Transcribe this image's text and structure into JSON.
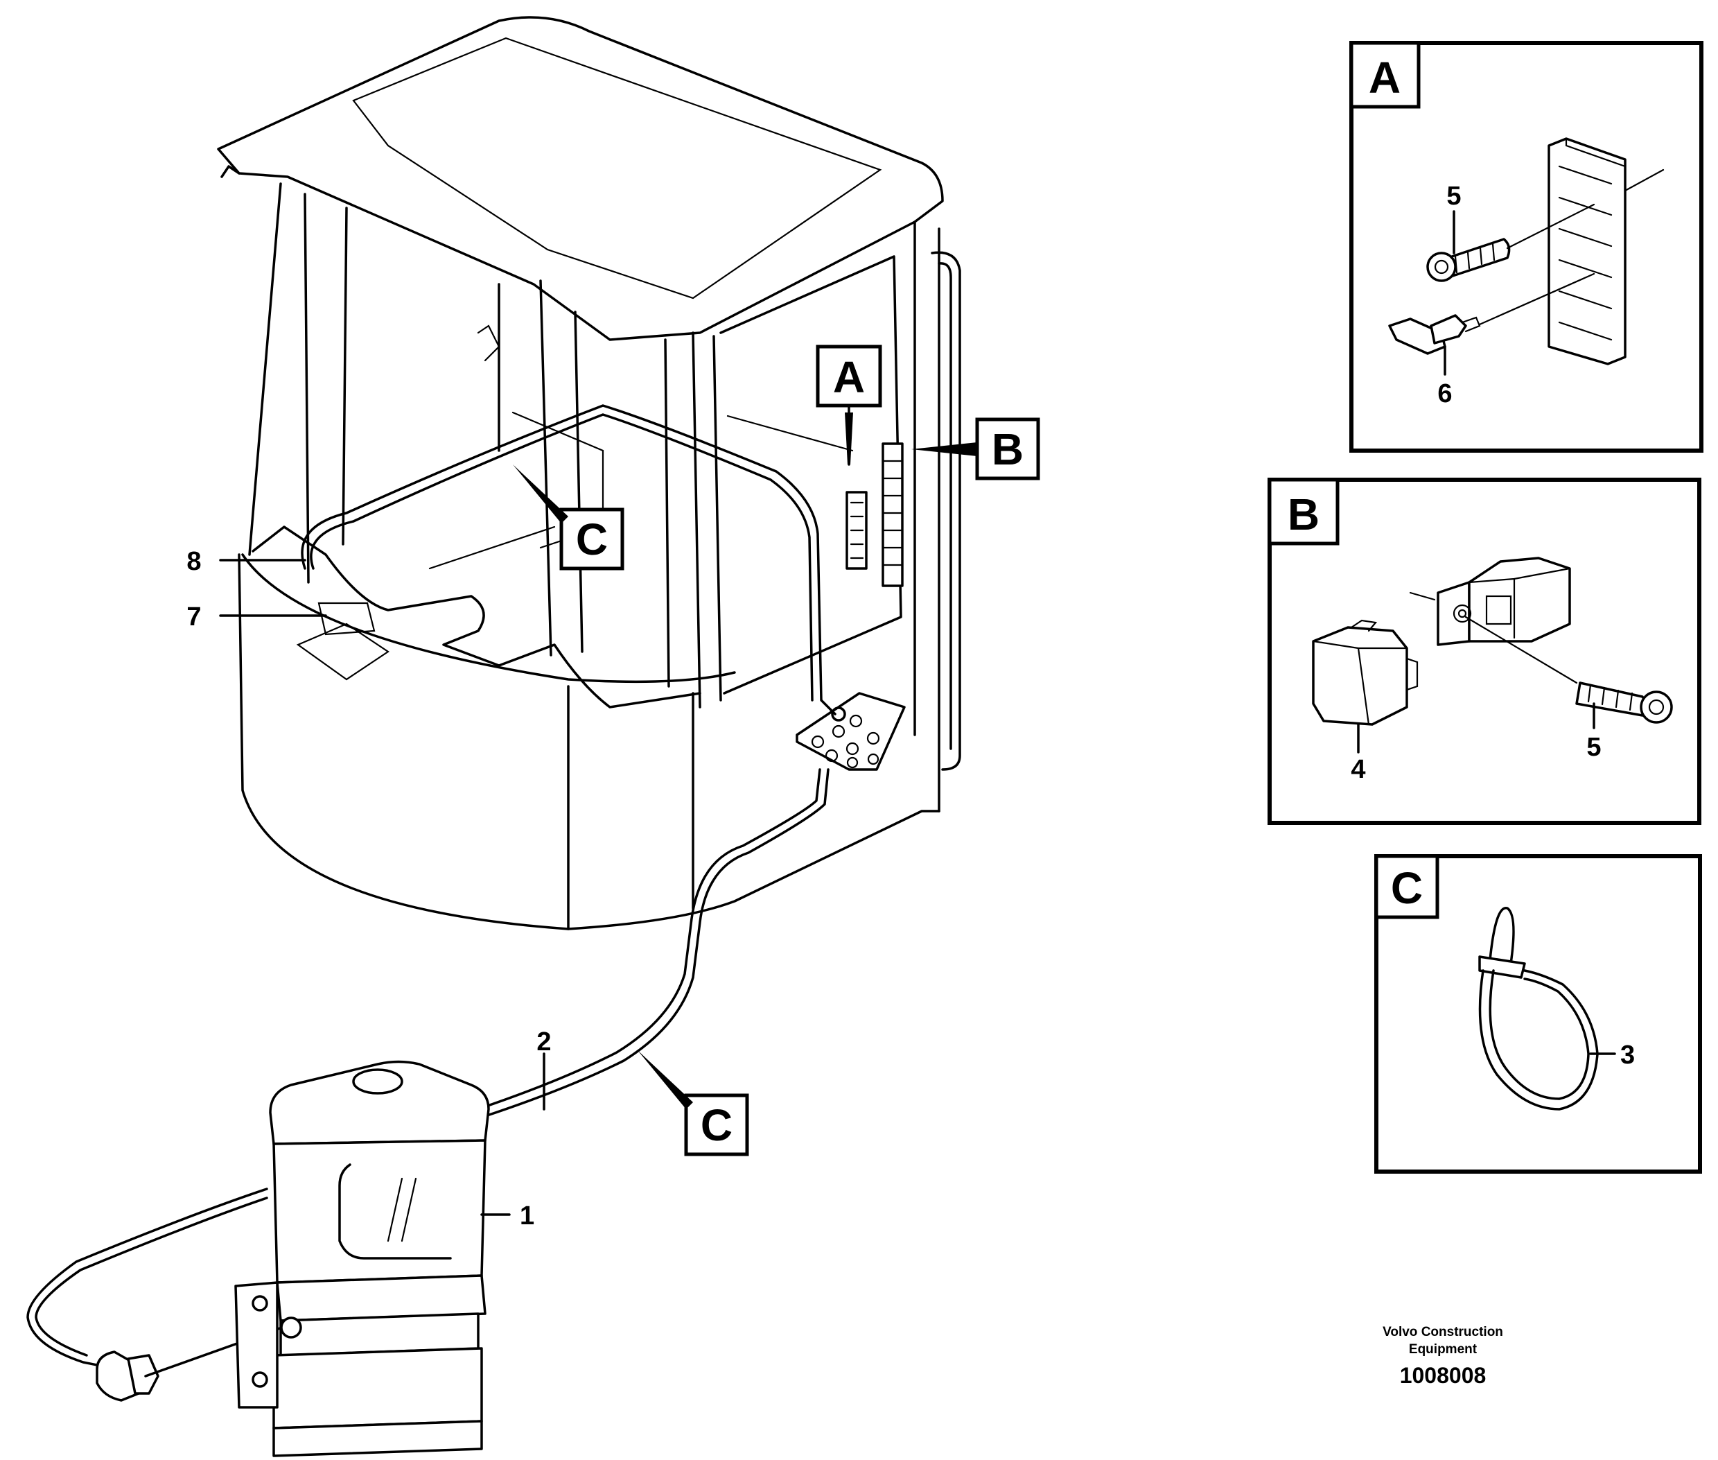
{
  "callouts": {
    "c1": "1",
    "c2": "2",
    "c3": "3",
    "c4": "4",
    "c5a": "5",
    "c5b": "5",
    "c6": "6",
    "c7": "7",
    "c8": "8"
  },
  "view_labels": {
    "a_main": "A",
    "b_main": "B",
    "c_main_upper": "C",
    "c_main_lower": "C",
    "a_panel": "A",
    "b_panel": "B",
    "c_panel": "C"
  },
  "footer": {
    "brand_line1": "Volvo Construction",
    "brand_line2": "Equipment",
    "drawing_number": "1008008"
  }
}
